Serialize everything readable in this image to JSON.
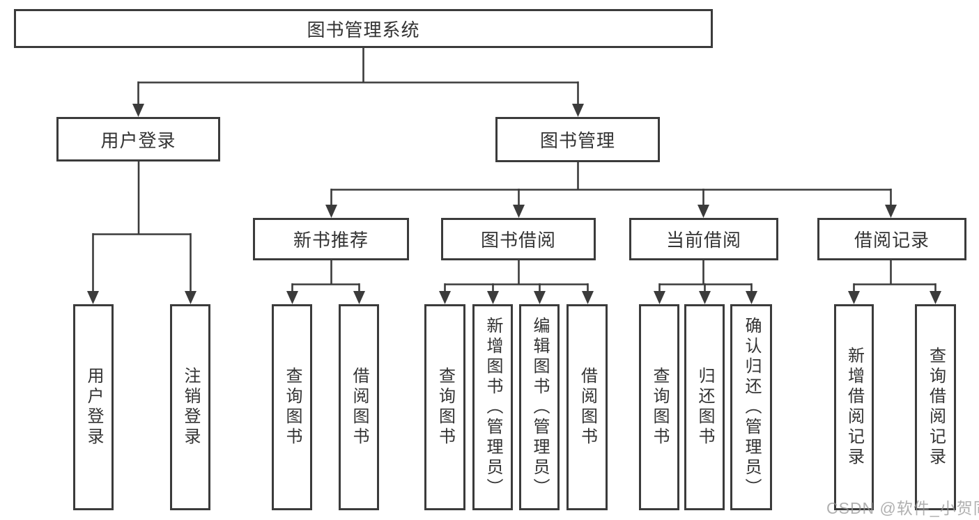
{
  "diagram_title": "图书管理系统",
  "tree": {
    "label": "图书管理系统",
    "children": [
      {
        "label": "用户登录",
        "children": [
          {
            "label": "用户登录"
          },
          {
            "label": "注销登录"
          }
        ]
      },
      {
        "label": "图书管理",
        "children": [
          {
            "label": "新书推荐",
            "children": [
              {
                "label": "查询图书"
              },
              {
                "label": "借阅图书"
              }
            ]
          },
          {
            "label": "图书借阅",
            "children": [
              {
                "label": "查询图书"
              },
              {
                "label": "新增图书（管理员）"
              },
              {
                "label": "编辑图书（管理员）"
              },
              {
                "label": "借阅图书"
              }
            ]
          },
          {
            "label": "当前借阅",
            "children": [
              {
                "label": "查询图书"
              },
              {
                "label": "归还图书"
              },
              {
                "label": "确认归还（管理员）"
              }
            ]
          },
          {
            "label": "借阅记录",
            "children": [
              {
                "label": "新增借阅记录"
              },
              {
                "label": "查询借阅记录"
              }
            ]
          }
        ]
      }
    ]
  },
  "watermark": {
    "text": "CSDN @软件_小贺同学"
  },
  "colors": {
    "line": "#3b3b3b",
    "text": "#333333",
    "background": "#ffffff",
    "watermark": "#969696"
  }
}
